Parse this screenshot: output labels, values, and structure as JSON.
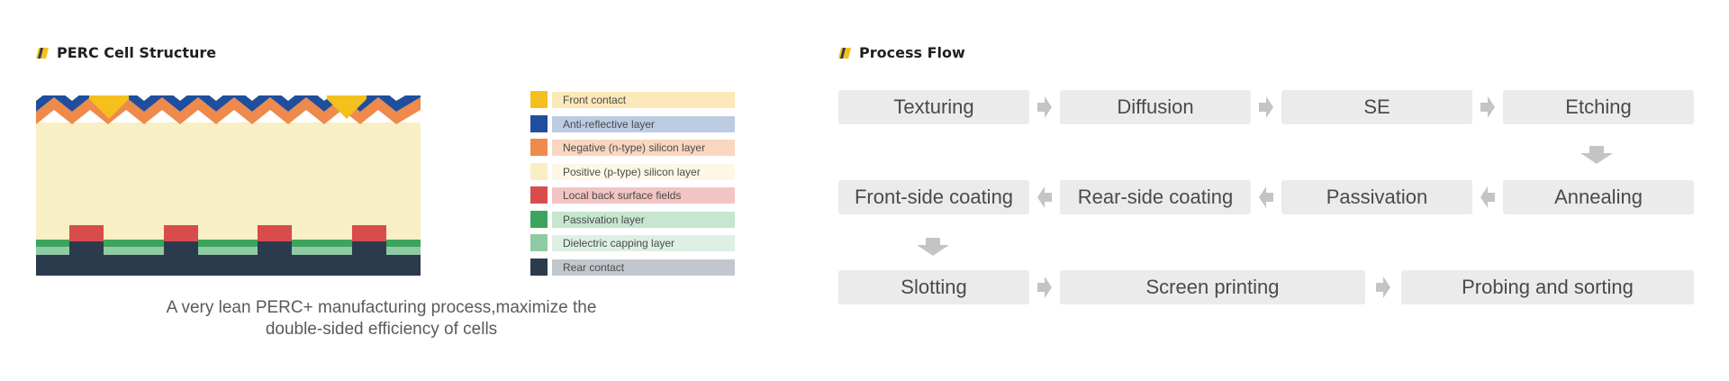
{
  "structure": {
    "title": "PERC Cell Structure",
    "legend": [
      {
        "label": "Front contact",
        "color": "#f4c01e",
        "tint": "#fce8b8"
      },
      {
        "label": "Anti-reflective layer",
        "color": "#1f4e9c",
        "tint": "#bccbe2"
      },
      {
        "label": "Negative (n-type) silicon layer",
        "color": "#ee8a4c",
        "tint": "#fad6c0"
      },
      {
        "label": "Positive (p-type) silicon layer",
        "color": "#f8efc4",
        "tint": "#fdf8e6"
      },
      {
        "label": "Local back surface fields",
        "color": "#d94c4c",
        "tint": "#f3c4c4"
      },
      {
        "label": "Passivation layer",
        "color": "#3ba55c",
        "tint": "#c6e6cf"
      },
      {
        "label": "Dielectric capping layer",
        "color": "#8fcaa4",
        "tint": "#deefe3"
      },
      {
        "label": "Rear contact",
        "color": "#2c3a4d",
        "tint": "#c2c7ce"
      }
    ],
    "caption_line1": "A very lean PERC+ manufacturing process,maximize the",
    "caption_line2": "double-sided efficiency of cells"
  },
  "process": {
    "title": "Process Flow",
    "steps": [
      "Texturing",
      "Diffusion",
      "SE",
      "Etching",
      "Annealing",
      "Passivation",
      "Rear-side coating",
      "Front-side coating",
      "Slotting",
      "Screen printing",
      "Probing and sorting"
    ]
  },
  "colors": {
    "step_bg": "#ebebeb",
    "arrow": "#c4c4c4",
    "icon_yellow": "#f4c01e",
    "icon_dark": "#2c3a4d"
  }
}
